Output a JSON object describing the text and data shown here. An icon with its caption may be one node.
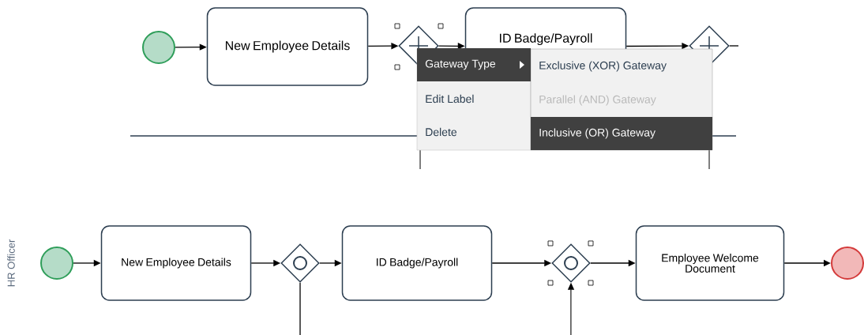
{
  "diagram": {
    "nodes": [
      {
        "text": [],
        "shape": "circle"
      },
      {
        "text": [
          "New Employee Details"
        ]
      },
      {
        "text": [],
        "shape": "diamond"
      },
      {
        "text": [
          "ID Badge/Payroll"
        ]
      },
      {
        "text": [],
        "shape": "diamond"
      },
      {
        "text": [],
        "shape": "circle"
      },
      {
        "text": [
          "New Employee Details"
        ]
      },
      {
        "text": [],
        "shape": "diamond"
      },
      {
        "text": [
          "ID Badge/Payroll"
        ]
      },
      {
        "text": [],
        "shape": "diamond"
      },
      {
        "text": [
          "Employee Welcome Document"
        ]
      },
      {
        "text": [],
        "shape": "circle"
      }
    ],
    "edges": [
      {
        "from": 0,
        "to": 1,
        "arrow": "to"
      },
      {
        "from": 1,
        "to": 2,
        "arrow": "to"
      },
      {
        "from": 2,
        "to": 3,
        "arrow": "to"
      },
      {
        "from": 3,
        "to": 4,
        "arrow": "to"
      },
      {
        "from": 5,
        "to": 6,
        "arrow": "to"
      },
      {
        "from": 6,
        "to": 7,
        "arrow": "to"
      },
      {
        "from": 7,
        "to": 8,
        "arrow": "to"
      },
      {
        "from": 8,
        "to": 9,
        "arrow": "to"
      },
      {
        "from": 9,
        "to": 10,
        "arrow": "to"
      },
      {
        "from": 10,
        "to": 11,
        "arrow": "to"
      },
      {
        "from": 7,
        "to": null,
        "arrow": "none"
      },
      {
        "from": null,
        "to": 9,
        "arrow": "to"
      }
    ],
    "labels": [
      "Gateway Type",
      "Exclusive (XOR) Gateway",
      "Edit Label",
      "Parallel (AND) Gateway",
      "Delete",
      "Inclusive (OR) Gateway",
      "HR Officer"
    ]
  }
}
